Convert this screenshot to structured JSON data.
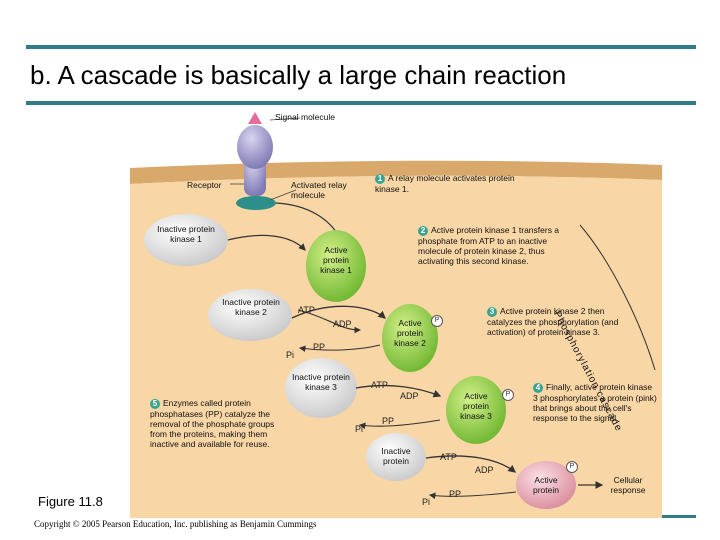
{
  "slide": {
    "title": "b. A cascade is basically a large chain reaction",
    "figure_label": "Figure 11.8",
    "copyright": "Copyright © 2005 Pearson Education, Inc. publishing as Benjamin Cummings"
  },
  "diagram": {
    "signal_molecule": "Signal molecule",
    "receptor": "Receptor",
    "relay_molecule": "Activated relay molecule",
    "step1": {
      "num": "1",
      "text": "A relay molecule activates protein kinase 1."
    },
    "step2": {
      "num": "2",
      "text": "Active protein kinase 1 transfers a phosphate from ATP to an inactive molecule of protein kinase 2, thus activating this second kinase."
    },
    "step3": {
      "num": "3",
      "text": "Active protein kinase 2 then catalyzes the phosphorylation (and activation) of protein kinase 3."
    },
    "step4": {
      "num": "4",
      "text": "Finally, active protein kinase 3 phosphorylates a protein (pink) that brings about the cell's response to the signal."
    },
    "step5": {
      "num": "5",
      "text": "Enzymes called protein phosphatases (PP) catalyze the removal of the phosphate groups from the proteins, making them inactive and available for reuse."
    },
    "inactive_pk1": "Inactive protein kinase 1",
    "active_pk1": "Active protein kinase 1",
    "inactive_pk2": "Inactive protein kinase 2",
    "active_pk2": "Active protein kinase 2",
    "inactive_pk3": "Inactive protein kinase 3",
    "active_pk3": "Active protein kinase 3",
    "inactive_protein": "Inactive protein",
    "active_protein": "Active protein",
    "cellular_response": "Cellular response",
    "cascade_label": "Phosphorylation cascade",
    "atp": "ATP",
    "adp": "ADP",
    "pp": "PP",
    "pi": "Pi",
    "p": "P"
  },
  "colors": {
    "rule": "#2e7d86",
    "cell_bg": "#f8d6a6",
    "protein_green": "#8fd14a",
    "receptor_purple": "#9c97c8",
    "relay_teal": "#2d8f8a",
    "pink": "#e8a3b0"
  }
}
